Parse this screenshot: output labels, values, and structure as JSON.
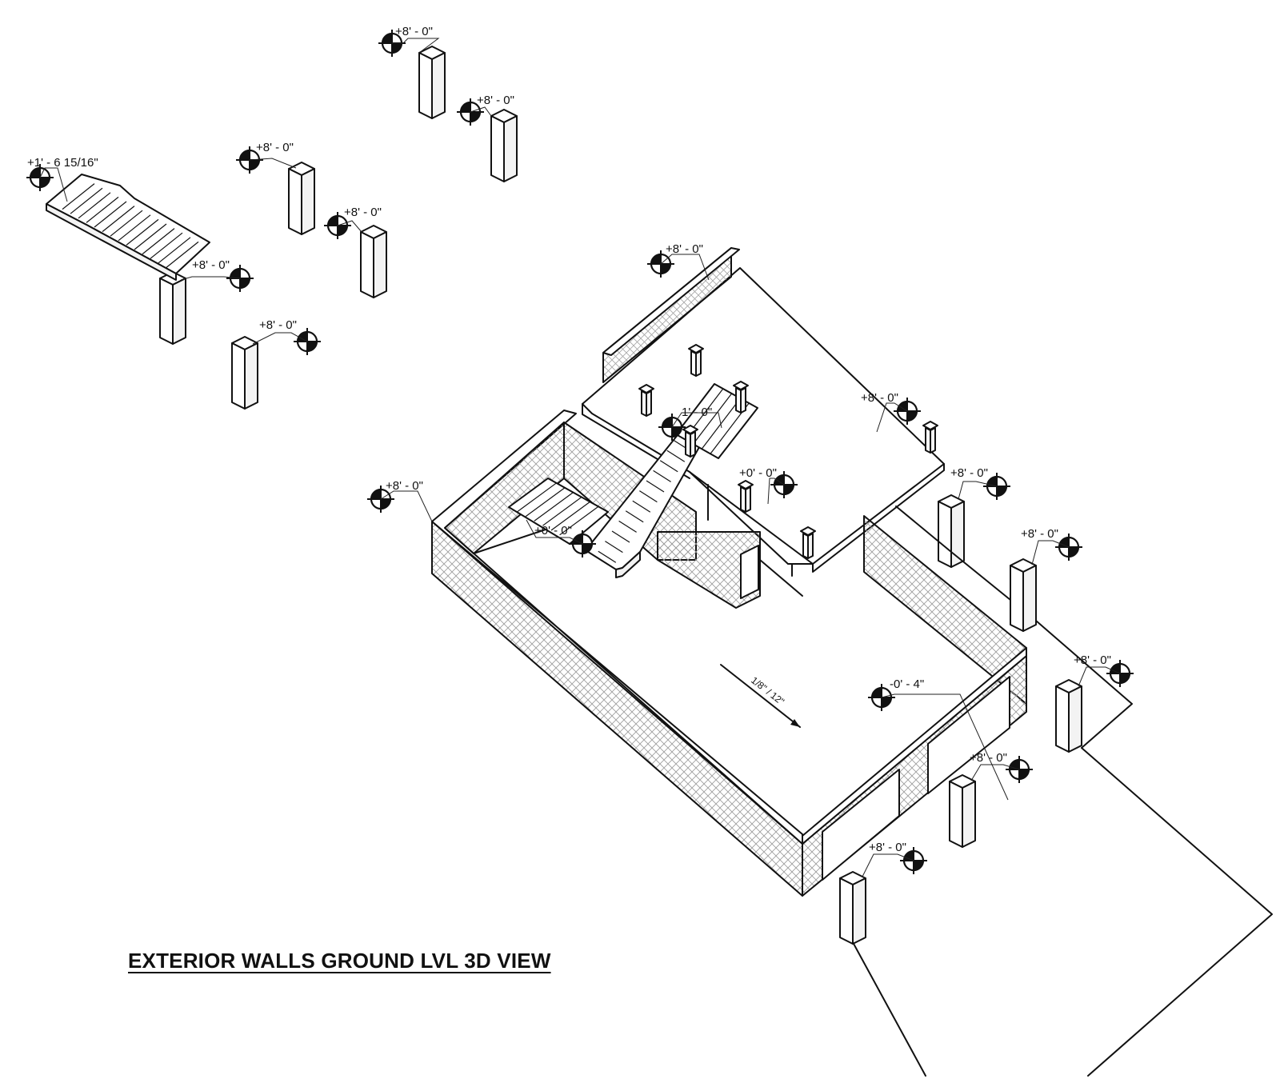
{
  "title": "EXTERIOR WALLS GROUND LVL 3D VIEW",
  "slope_label": "1/8\" / 12\"",
  "level_markers": [
    {
      "id": "col-top-1",
      "label": "+8' - 0\""
    },
    {
      "id": "col-top-2",
      "label": "+8' - 0\""
    },
    {
      "id": "stair-detached",
      "label": "+1' - 6 15/16\""
    },
    {
      "id": "col-mid-1",
      "label": "+8' - 0\""
    },
    {
      "id": "col-mid-2",
      "label": "+8' - 0\""
    },
    {
      "id": "col-left-1",
      "label": "+8' - 0\""
    },
    {
      "id": "col-left-2",
      "label": "+8' - 0\""
    },
    {
      "id": "upper-wall",
      "label": "+8' - 0\""
    },
    {
      "id": "landing-1",
      "label": "1' - 0\""
    },
    {
      "id": "deck-right",
      "label": "+8' - 0\""
    },
    {
      "id": "deck-base",
      "label": "+0' - 0\""
    },
    {
      "id": "col-right-1",
      "label": "+8' - 0\""
    },
    {
      "id": "main-wall-left",
      "label": "+8' - 0\""
    },
    {
      "id": "stair-base",
      "label": "+0' - 0\""
    },
    {
      "id": "col-right-2",
      "label": "+8' - 0\""
    },
    {
      "id": "col-right-3",
      "label": "+8' - 0\""
    },
    {
      "id": "floor",
      "label": "-0' - 4\""
    },
    {
      "id": "col-right-4",
      "label": "+8' - 0\""
    },
    {
      "id": "col-bottom",
      "label": "+8' - 0\""
    }
  ]
}
